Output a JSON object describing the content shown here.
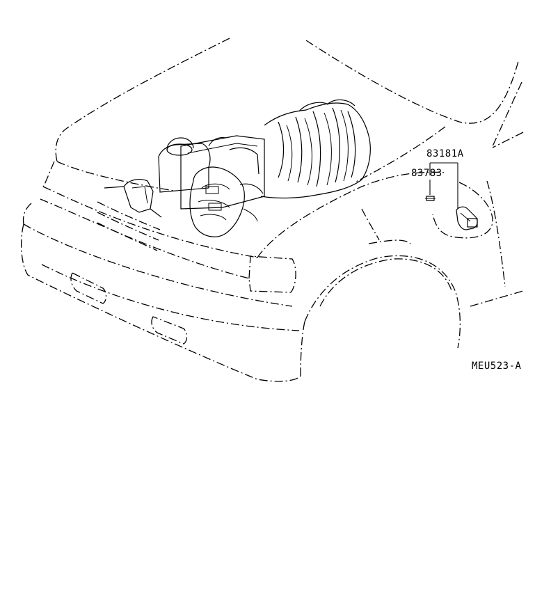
{
  "labels": {
    "part_upper": "83181A",
    "part_lower": "83783",
    "figure_code": "MEU523-A"
  },
  "colors": {
    "ink": "#000000",
    "background": "#ffffff"
  }
}
